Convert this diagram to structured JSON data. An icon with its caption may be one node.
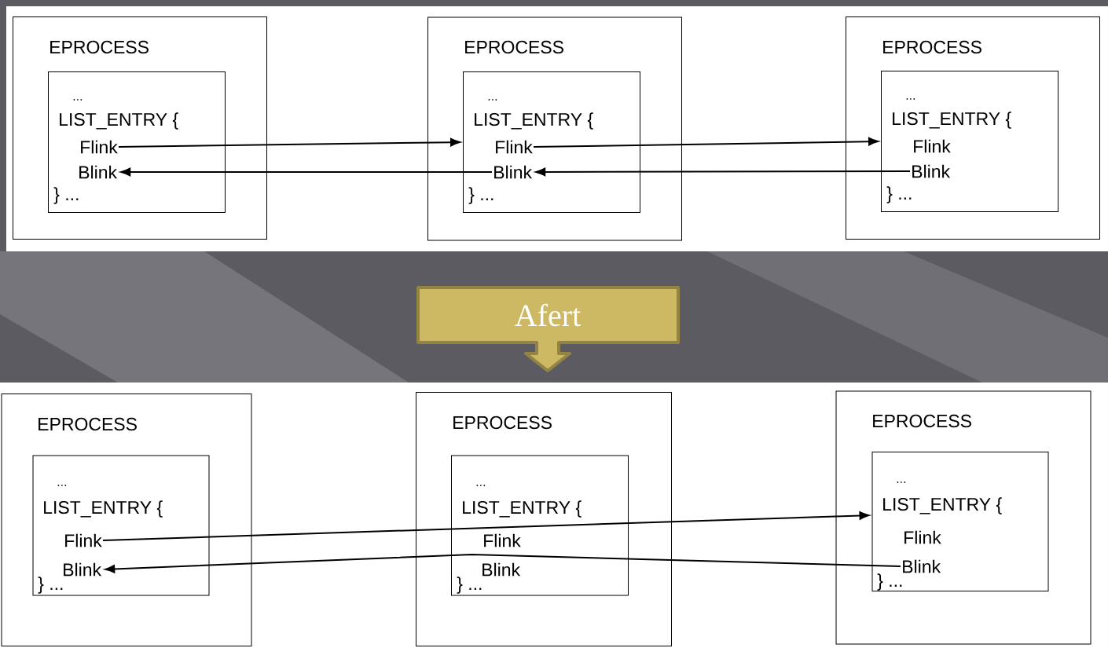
{
  "diagram": {
    "nodes": [
      {
        "text": [
          "EPROCESS"
        ]
      },
      {
        "text": [
          "...",
          "LIST_ENTRY {",
          "} ..."
        ],
        "in": 0
      },
      {
        "text": [
          "Flink"
        ],
        "in": 1
      },
      {
        "text": [
          "Blink"
        ],
        "in": 1
      },
      {
        "text": [
          "EPROCESS"
        ]
      },
      {
        "text": [
          "...",
          "LIST_ENTRY {",
          "} ..."
        ],
        "in": 4
      },
      {
        "text": [
          "Flink"
        ],
        "in": 5
      },
      {
        "text": [
          "Blink"
        ],
        "in": 5
      },
      {
        "text": [
          "EPROCESS"
        ]
      },
      {
        "text": [
          "...",
          "LIST_ENTRY {",
          "} ..."
        ],
        "in": 8
      },
      {
        "text": [
          "Flink"
        ],
        "in": 9
      },
      {
        "text": [
          "Blink"
        ],
        "in": 9
      },
      {
        "text": [
          "Afert"
        ]
      },
      {
        "text": [
          "EPROCESS"
        ]
      },
      {
        "text": [
          "...",
          "LIST_ENTRY {",
          "} ..."
        ],
        "in": 13
      },
      {
        "text": [
          "Flink"
        ],
        "in": 14
      },
      {
        "text": [
          "Blink"
        ],
        "in": 14
      },
      {
        "text": [
          "EPROCESS"
        ]
      },
      {
        "text": [
          "...",
          "LIST_ENTRY {",
          "} ..."
        ],
        "in": 17
      },
      {
        "text": [
          "Flink"
        ],
        "in": 18
      },
      {
        "text": [
          "Blink"
        ],
        "in": 18
      },
      {
        "text": [
          "EPROCESS"
        ]
      },
      {
        "text": [
          "...",
          "LIST_ENTRY {",
          "} ..."
        ],
        "in": 21
      },
      {
        "text": [
          "Flink"
        ],
        "in": 22
      },
      {
        "text": [
          "Blink"
        ],
        "in": 22
      }
    ],
    "edges": [
      {
        "from": 2,
        "to": 5,
        "arrow": "to"
      },
      {
        "from": 7,
        "to": 3,
        "arrow": "to"
      },
      {
        "from": 6,
        "to": 9,
        "arrow": "to"
      },
      {
        "from": 11,
        "to": 7,
        "arrow": "to"
      },
      {
        "from": 15,
        "to": 22,
        "arrow": "to"
      },
      {
        "from": 24,
        "to": 16,
        "arrow": "to"
      }
    ]
  }
}
